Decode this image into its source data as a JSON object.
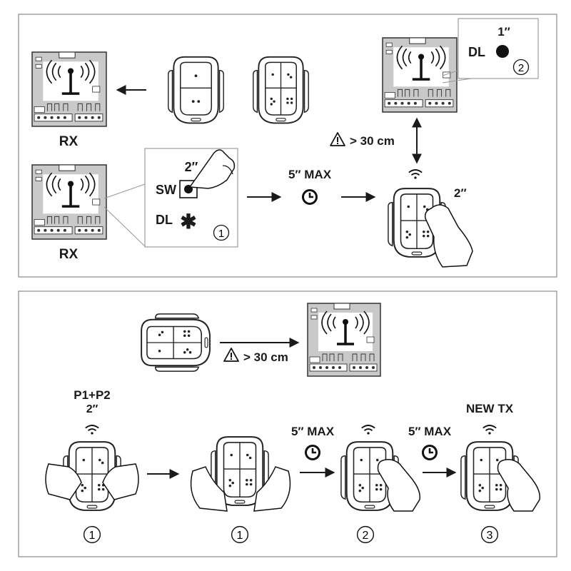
{
  "panel_top": {
    "rx_label_1": "RX",
    "rx_label_2": "RX",
    "sw_label": "SW",
    "sw_time": "2″",
    "dl_label": "DL",
    "dl_symbol": "✱",
    "step_1": "1",
    "max_time": "5″ MAX",
    "press_time": "2″",
    "distance": "> 30 cm",
    "dl_label_2": "DL",
    "dl_time": "1″",
    "step_2": "2"
  },
  "panel_bottom": {
    "distance": "> 30 cm",
    "combo": "P1+P2",
    "combo_time": "2″",
    "max_time_1": "5″ MAX",
    "max_time_2": "5″ MAX",
    "new_tx": "NEW TX",
    "step_a": "1",
    "step_b": "1",
    "step_c": "2",
    "step_d": "3"
  },
  "icons": [
    "receiver-board-icon",
    "remote-2-button-icon",
    "remote-4-button-icon",
    "hand-icon",
    "clock-icon",
    "warning-icon",
    "signal-icon",
    "arrow-icon"
  ]
}
